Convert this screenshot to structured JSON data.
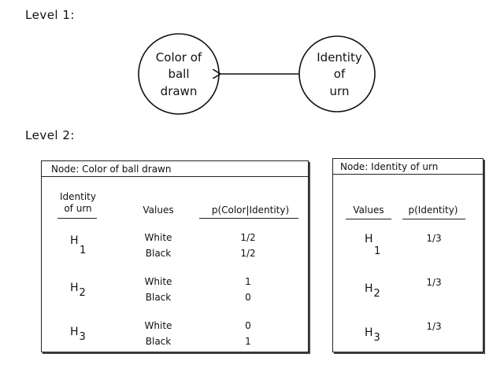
{
  "level1": {
    "heading": "Level 1:"
  },
  "level2": {
    "heading": "Level 2:"
  },
  "nodes": {
    "color": {
      "line1": "Color of",
      "line2": "ball",
      "line3": "drawn"
    },
    "urn": {
      "line1": "Identity",
      "line2": "of",
      "line3": "urn"
    }
  },
  "table_color": {
    "title": "Node:  Color of ball drawn",
    "col1_line1": "Identity",
    "col1_line2": "of urn",
    "col2": "Values",
    "col3": "p(Color|Identity)",
    "rows": [
      {
        "h": "H",
        "sub": "1",
        "values": [
          "White",
          "Black"
        ],
        "probs": [
          "1/2",
          "1/2"
        ]
      },
      {
        "h": "H",
        "sub": "2",
        "values": [
          "White",
          "Black"
        ],
        "probs": [
          "1",
          "0"
        ]
      },
      {
        "h": "H",
        "sub": "3",
        "values": [
          "White",
          "Black"
        ],
        "probs": [
          "0",
          "1"
        ]
      }
    ]
  },
  "table_urn": {
    "title": "Node:  Identity of urn",
    "col1": "Values",
    "col2": "p(Identity)",
    "rows": [
      {
        "h": "H",
        "sub": "1",
        "prob": "1/3"
      },
      {
        "h": "H",
        "sub": "2",
        "prob": "1/3"
      },
      {
        "h": "H",
        "sub": "3",
        "prob": "1/3"
      }
    ]
  }
}
